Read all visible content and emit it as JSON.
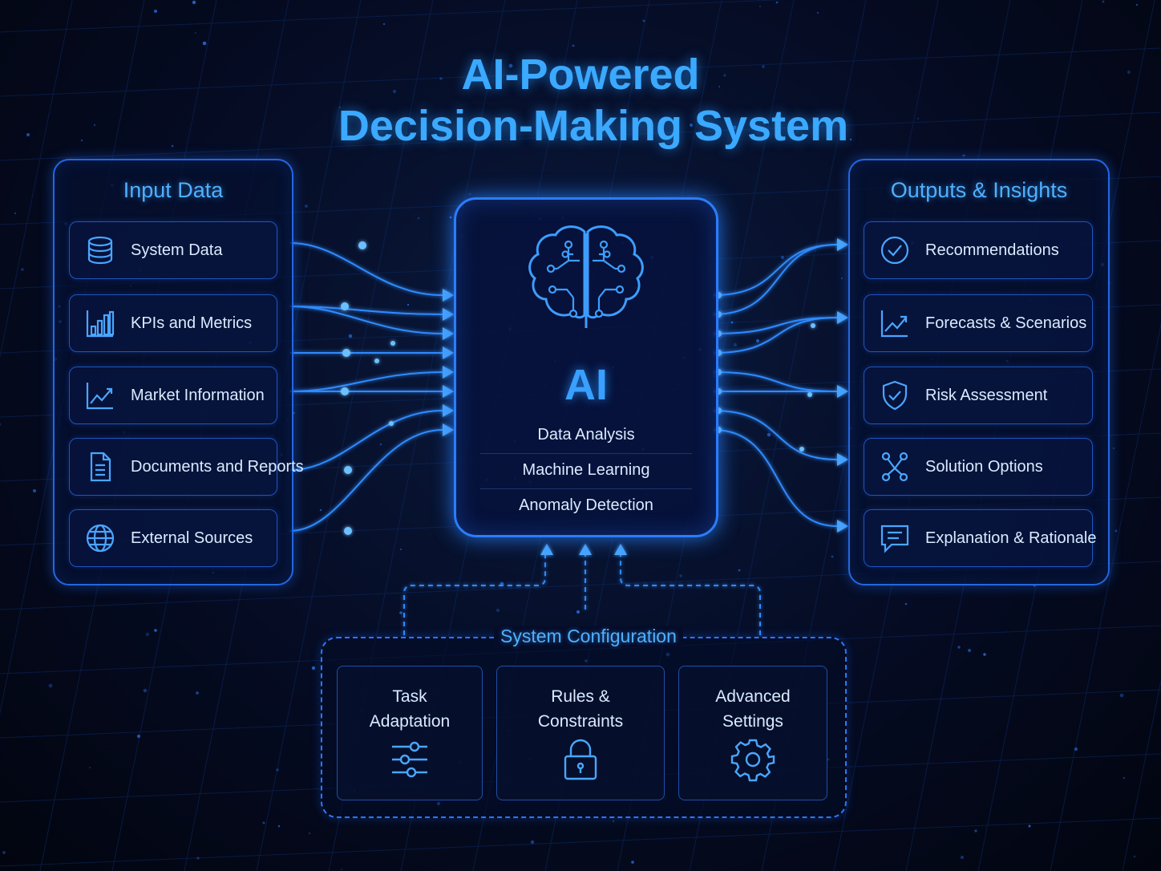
{
  "title": {
    "line1": "AI-Powered",
    "line2": "Decision-Making System"
  },
  "input_panel": {
    "heading": "Input Data",
    "items": [
      {
        "label": "System Data",
        "icon": "database-icon"
      },
      {
        "label": "KPIs and Metrics",
        "icon": "bar-chart-icon"
      },
      {
        "label": "Market Information",
        "icon": "line-chart-icon"
      },
      {
        "label": "Documents and Reports",
        "icon": "document-icon"
      },
      {
        "label": "External Sources",
        "icon": "globe-icon"
      }
    ]
  },
  "core": {
    "label": "AI",
    "icon": "brain-circuit-icon",
    "capabilities": [
      "Data Analysis",
      "Machine Learning",
      "Anomaly Detection"
    ]
  },
  "output_panel": {
    "heading": "Outputs & Insights",
    "items": [
      {
        "label": "Recommendations",
        "icon": "check-circle-icon"
      },
      {
        "label": "Forecasts & Scenarios",
        "icon": "trend-chart-icon"
      },
      {
        "label": "Risk Assessment",
        "icon": "shield-check-icon"
      },
      {
        "label": "Solution Options",
        "icon": "branch-icon"
      },
      {
        "label": "Explanation & Rationale",
        "icon": "speech-bubble-icon"
      }
    ]
  },
  "configuration": {
    "heading": "System Configuration",
    "cards": [
      {
        "line1": "Task",
        "line2": "Adaptation",
        "icon": "sliders-icon"
      },
      {
        "line1": "Rules &",
        "line2": "Constraints",
        "icon": "lock-icon"
      },
      {
        "line1": "Advanced",
        "line2": "Settings",
        "icon": "gear-icon"
      }
    ]
  },
  "colors": {
    "accent": "#3aa9ff",
    "border": "#2467e0",
    "background": "#050b22",
    "text": "#d9ebff"
  }
}
